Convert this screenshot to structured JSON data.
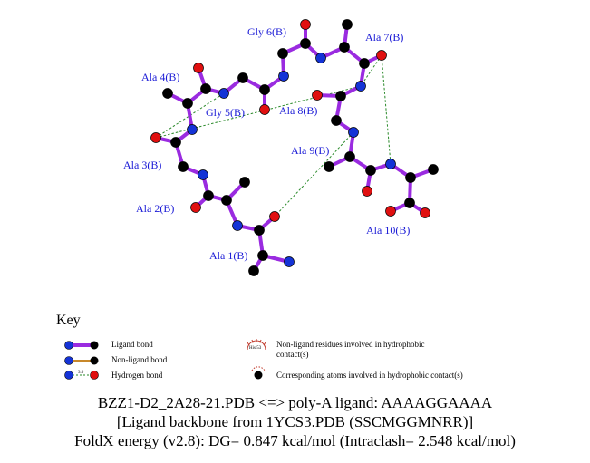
{
  "residues": [
    "Ala 1(B)",
    "Ala 2(B)",
    "Ala 3(B)",
    "Ala 4(B)",
    "Gly 5(B)",
    "Gly 6(B)",
    "Ala 7(B)",
    "Ala 8(B)",
    "Ala 9(B)",
    "Ala 10(B)"
  ],
  "key": {
    "title": "Key",
    "ligand_bond": "Ligand bond",
    "non_ligand_bond": "Non-ligand bond",
    "hydrogen_bond": "Hydrogen bond",
    "hbond_length_label": "3.0",
    "hydrophobic_residue_example": "His 53",
    "hydrophobic_residues_line1": "Non-ligand residues involved in hydrophobic",
    "hydrophobic_residues_line2": "contact(s)",
    "hydrophobic_atoms": "Corresponding atoms involved in hydrophobic contact(s)"
  },
  "caption": {
    "line1": "BZZ1-D2_2A28-21.PDB <=> poly-A ligand: AAAAGGAAAA",
    "line2": "[Ligand backbone from 1YCS3.PDB (SSCMGGMNRR)]",
    "line3": "FoldX energy (v2.8): DG= 0.847 kcal/mol (Intraclash= 2.548 kcal/mol)"
  },
  "colors": {
    "ligand_bond": "#9a2be0",
    "non_ligand_bond": "#c8882a",
    "hydrogen_bond": "#2a8a2a",
    "carbon": "#000000",
    "nitrogen": "#1433d6",
    "oxygen": "#e01010",
    "label": "#1a1ad6",
    "hydrophobic": "#c0392b"
  }
}
